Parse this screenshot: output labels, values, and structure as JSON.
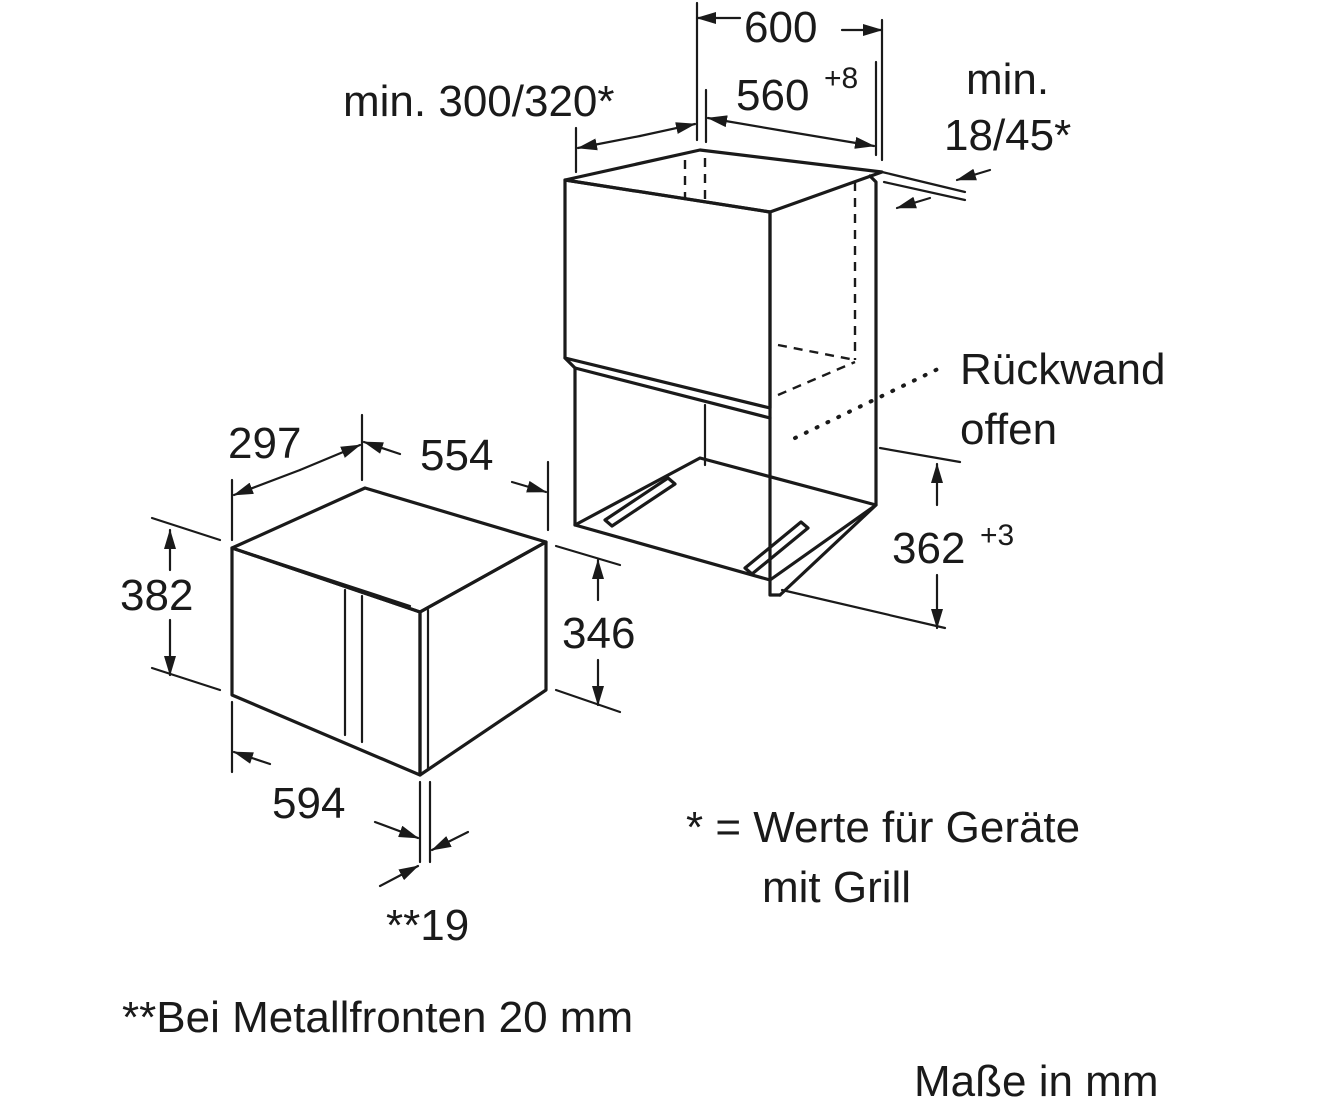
{
  "labels": {
    "cabinet_width": "600",
    "cabinet_opening_width": "560",
    "cabinet_opening_width_tol": "+8",
    "cabinet_min_depth": "min. 300/320*",
    "panel_min_label": "min.",
    "panel_min_value": "18/45*",
    "back_wall_line1": "Rückwand",
    "back_wall_line2": "offen",
    "opening_height": "362",
    "opening_height_tol": "+3",
    "device_depth": "297",
    "device_width_body": "554",
    "device_total_height": "382",
    "device_body_height": "346",
    "device_front_width": "594",
    "device_front_thickness": "**19"
  },
  "notes": {
    "grill_line1": "* = Werte für Geräte",
    "grill_line2": "mit Grill",
    "metal_front": "**Bei Metallfronten 20 mm",
    "units": "Maße in mm"
  }
}
